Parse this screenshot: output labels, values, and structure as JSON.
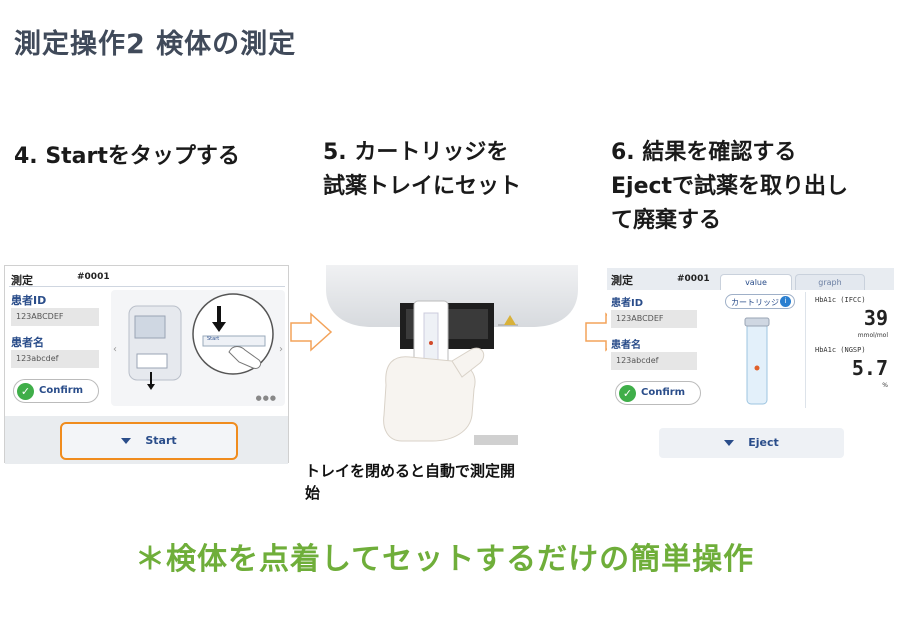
{
  "title": "測定操作2 検体の測定",
  "steps": [
    {
      "label": "4. Startをタップする"
    },
    {
      "label_line1": "5. カートリッジを",
      "label_line2": "試薬トレイにセット"
    },
    {
      "label_line1": "6. 結果を確認する",
      "label_line2": "Ejectで試薬を取り出し",
      "label_line3": "て廃棄する"
    }
  ],
  "caption_line1": "トレイを閉めると自動で測定開",
  "caption_line2": "始",
  "footer": "＊検体を点着してセットするだけの簡単操作",
  "screen1": {
    "header": "測定",
    "sample_no": "#0001",
    "patient_id_label": "患者ID",
    "patient_id_value": "123ABCDEF",
    "patient_name_label": "患者名",
    "patient_name_value": "123abcdef",
    "confirm_label": "Confirm",
    "start_label": "Start",
    "mini_start_label": "Start"
  },
  "screen3": {
    "header": "測定",
    "sample_no": "#0001",
    "tab_value": "value",
    "tab_graph": "graph",
    "patient_id_label": "患者ID",
    "patient_id_value": "123ABCDEF",
    "patient_name_label": "患者名",
    "patient_name_value": "123abcdef",
    "confirm_label": "Confirm",
    "cartridge_label": "カートリッジ",
    "hba1c_ifcc_label": "HbA1c (IFCC)",
    "hba1c_ifcc_value": "39",
    "hba1c_ifcc_unit": "mmol/mol",
    "hba1c_ngsp_label": "HbA1c (NGSP)",
    "hba1c_ngsp_value": "5.7",
    "hba1c_ngsp_unit": "%",
    "eject_label": "Eject"
  },
  "colors": {
    "title": "#404a5a",
    "footer": "#6fae3a",
    "start_outline": "#f08c1e",
    "ui_blue": "#2a4d8a",
    "confirm_green": "#3fae49"
  }
}
